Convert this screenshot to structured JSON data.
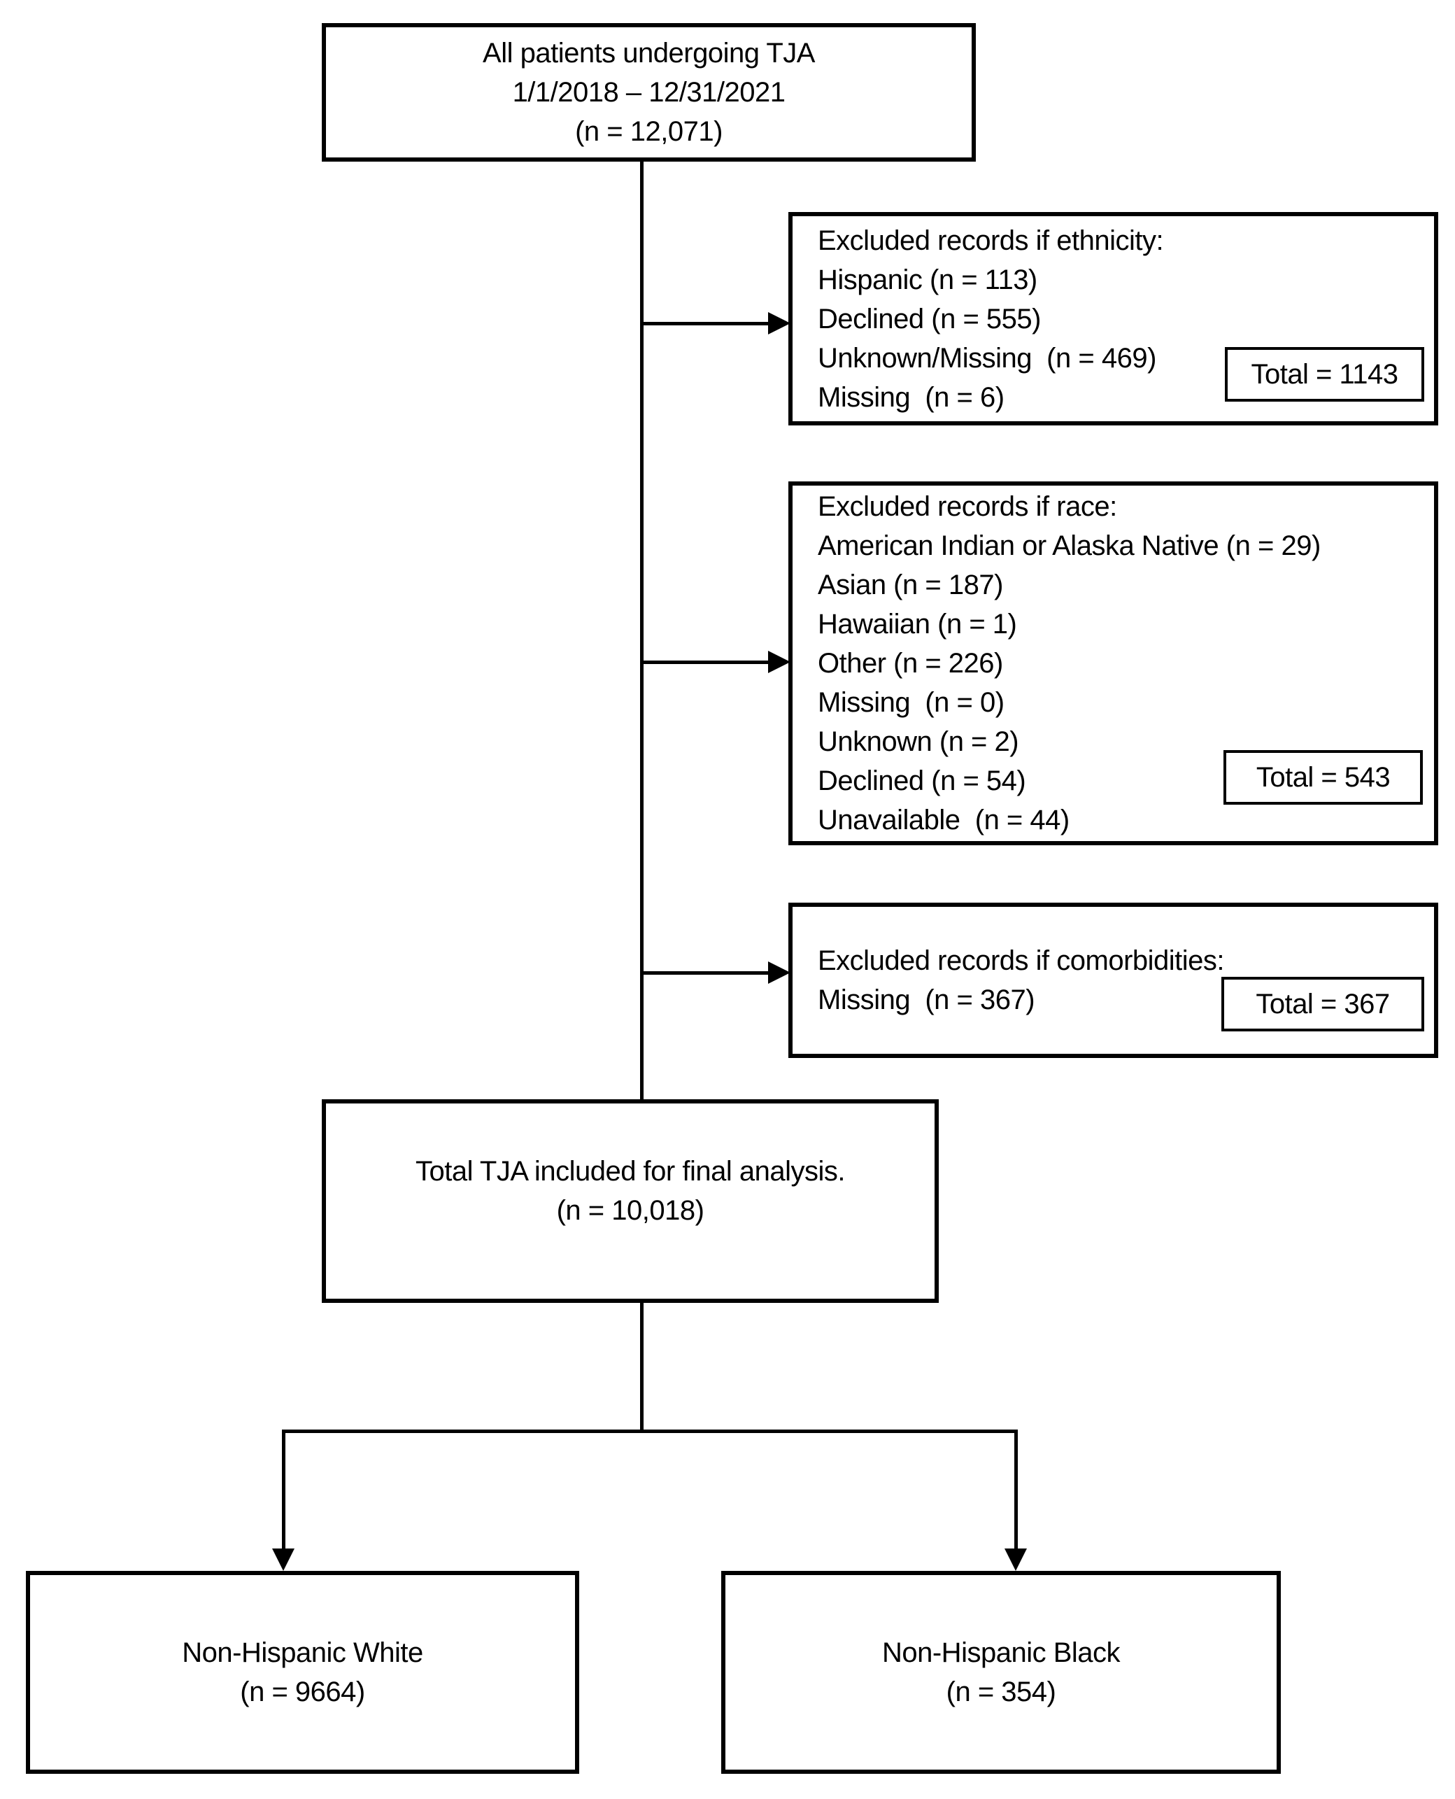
{
  "diagram": {
    "colors": {
      "line": "#000000",
      "background": "#ffffff",
      "text": "#000000"
    },
    "top_box": {
      "lines": [
        "All patients undergoing TJA",
        "1/1/2018 – 12/31/2021",
        "(n = 12,071)"
      ]
    },
    "exclusion_ethnicity": {
      "lines": [
        "Excluded records if ethnicity:",
        "Hispanic (n = 113)",
        "Declined (n = 555)",
        "Unknown/Missing  (n = 469)",
        "Missing  (n = 6)"
      ],
      "total": "Total = 1143"
    },
    "exclusion_race": {
      "lines": [
        "Excluded records if race:",
        "American Indian or Alaska Native (n = 29)",
        "Asian (n = 187)",
        "Hawaiian (n = 1)",
        "Other (n = 226)",
        "Missing  (n = 0)",
        "Unknown (n = 2)",
        "Declined (n = 54)",
        "Unavailable  (n = 44)"
      ],
      "total": "Total = 543"
    },
    "exclusion_comorbidities": {
      "lines": [
        "Excluded records if comorbidities:",
        "Missing  (n = 367)"
      ],
      "total": "Total = 367"
    },
    "final_box": {
      "lines": [
        "Total TJA included for final analysis.",
        "(n = 10,018)"
      ]
    },
    "non_hispanic_white_box": {
      "lines": [
        "Non-Hispanic White",
        "(n = 9664)"
      ]
    },
    "non_hispanic_black_box": {
      "lines": [
        "Non-Hispanic Black",
        "(n = 354)"
      ]
    }
  }
}
